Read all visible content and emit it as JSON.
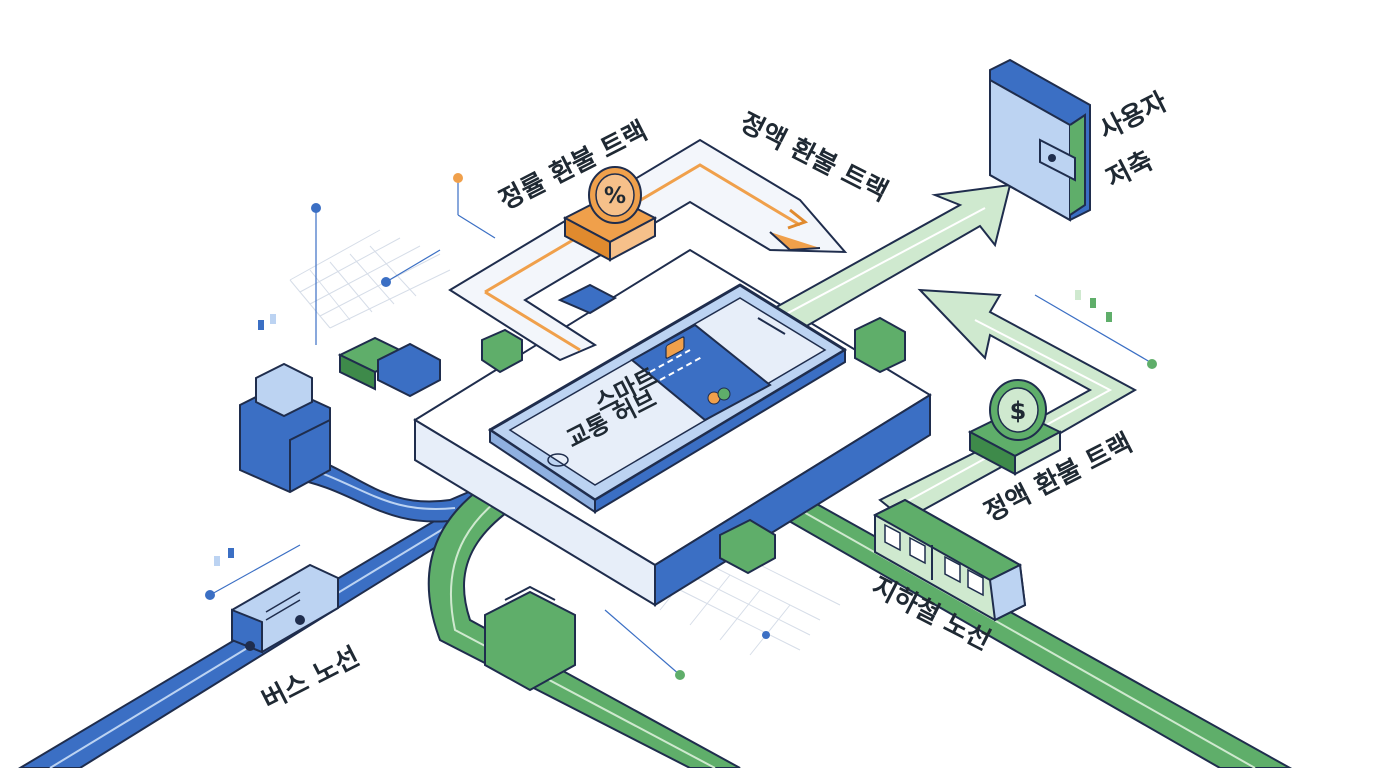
{
  "labels": {
    "ratio_refund_track": "정률 환불 트랙",
    "fixed_refund_track_top": "정액 환불 트랙",
    "user_savings": [
      "사용자",
      "저축"
    ],
    "fixed_refund_track_right": "정액 환불 트랙",
    "smart_transport_hub": [
      "스마트",
      "교통 허브"
    ],
    "bus_route": "버스 노선",
    "subway_route": "지하철 노선",
    "percent_symbol": "%",
    "dollar_symbol": "$"
  },
  "colors": {
    "blue": "#3b6fc4",
    "blue_light": "#bcd3f2",
    "green": "#5fae6a",
    "green_light": "#cfe9cf",
    "orange": "#f0a04b",
    "orange_dark": "#e08a2e",
    "outline": "#1f2d4d",
    "grid": "#d6dde8"
  },
  "icons": [
    "percent-coin-icon",
    "dollar-coin-icon",
    "wallet-icon",
    "bus-icon",
    "train-icon",
    "payment-card-icon",
    "smartphone-icon"
  ]
}
